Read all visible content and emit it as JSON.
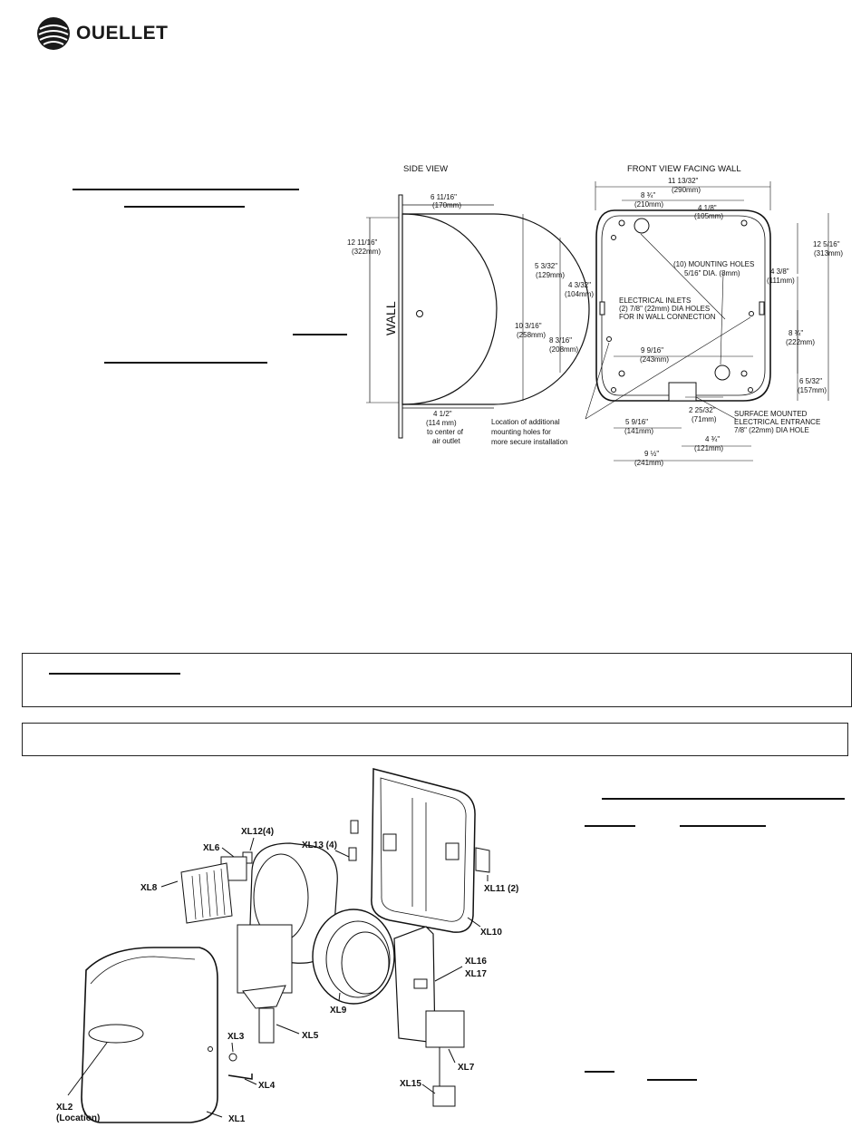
{
  "brand": {
    "name": "OUELLET"
  },
  "side_view": {
    "title": "SIDE VIEW",
    "wall_label": "WALL",
    "dims": {
      "depth": "6 11/16\"",
      "depth_mm": "(170mm)",
      "height": "12 11/16\"",
      "height_mm": "(322mm)",
      "outlet": "4 1/2\"",
      "outlet_mm": "(114 mm)",
      "outlet_note1": "to center of",
      "outlet_note2": "air outlet"
    }
  },
  "front_view": {
    "title": "FRONT VIEW FACING WALL",
    "dims": {
      "w_total": "11 13/32\"",
      "w_total_mm": "(290mm)",
      "w_8_3_4": "8 ¾\"",
      "w_8_3_4_mm": "(210mm)",
      "w_4_1_8": "4 1/8\"",
      "w_4_1_8_mm": "(105mm)",
      "h_total": "12 5/16\"",
      "h_total_mm": "(313mm)",
      "h_4_3_8": "4 3/8\"",
      "h_4_3_8_mm": "(111mm)",
      "h_8_3_4": "8 ¾\"",
      "h_8_3_4_mm": "(222mm)",
      "h_6_5_32": "6 5/32\"",
      "h_6_5_32_mm": "(157mm)",
      "l_5_3_32": "5 3/32\"",
      "l_5_3_32_mm": "(129mm)",
      "l_4_3_32": "4 3/32\"",
      "l_4_3_32_mm": "(104mm)",
      "l_10_3_16": "10 3/16\"",
      "l_10_3_16_mm": "(258mm)",
      "l_8_3_16": "8 3/16\"",
      "l_8_3_16_mm": "(208mm)",
      "w_9_9_16": "9 9/16\"",
      "w_9_9_16_mm": "(243mm)",
      "b_2_25_32": "2 25/32\"",
      "b_2_25_32_mm": "(71mm)",
      "b_5_9_16": "5 9/16\"",
      "b_5_9_16_mm": "(141mm)",
      "b_4_3_4": "4 ¾\"",
      "b_4_3_4_mm": "(121mm)",
      "b_9_1_2": "9 ½\"",
      "b_9_1_2_mm": "(241mm)"
    },
    "notes": {
      "mounting_holes": [
        "(10) MOUNTING HOLES",
        "5/16\" DIA. (8mm)"
      ],
      "electrical_inlets": [
        "ELECTRICAL INLETS",
        "(2) 7/8\" (22mm) DIA HOLES",
        "FOR IN WALL CONNECTION"
      ],
      "surface_mounted": [
        "SURFACE MOUNTED",
        "ELECTRICAL ENTRANCE",
        "7/8\" (22mm) DIA HOLE"
      ],
      "additional": [
        "Location of additional",
        "mounting holes for",
        "more secure installation"
      ]
    }
  },
  "parts": {
    "xl1": "XL1",
    "xl2": "XL2",
    "xl2_sub": "(Location)",
    "xl3": "XL3",
    "xl4": "XL4",
    "xl5": "XL5",
    "xl6": "XL6",
    "xl7": "XL7",
    "xl8": "XL8",
    "xl9": "XL9",
    "xl10": "XL10",
    "xl11": "XL11 (2)",
    "xl12": "XL12(4)",
    "xl13": "XL13 (4)",
    "xl15": "XL15",
    "xl16": "XL16",
    "xl17": "XL17"
  }
}
